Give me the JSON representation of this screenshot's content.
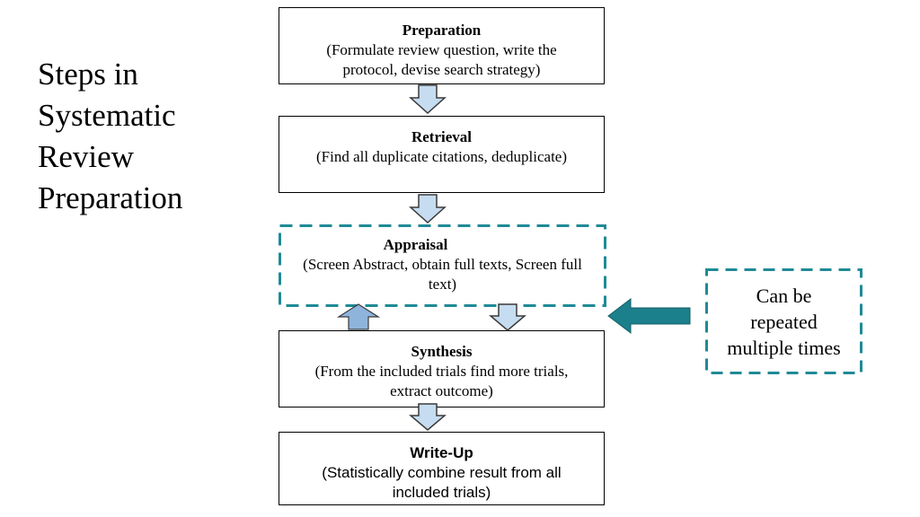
{
  "title_lines": [
    "Steps in",
    "Systematic",
    "Review",
    "Preparation"
  ],
  "steps": [
    {
      "title": "Preparation",
      "desc": "(Formulate review question, write the protocol, devise search strategy)"
    },
    {
      "title": "Retrieval",
      "desc": "(Find all duplicate citations, deduplicate)"
    },
    {
      "title": "Appraisal",
      "desc": "(Screen Abstract, obtain full texts, Screen full text)"
    },
    {
      "title": "Synthesis",
      "desc": "(From the included trials find more trials, extract outcome)"
    },
    {
      "title": "Write-Up",
      "desc": "(Statistically combine result from all included trials)"
    }
  ],
  "side_note": [
    "Can be",
    "repeated",
    "multiple times"
  ],
  "colors": {
    "arrow_fill": "#c6dcf0",
    "arrow_up_fill": "#8fb4dc",
    "arrow_stroke": "#3a3a3a",
    "dash_color": "#1f8a96",
    "side_arrow": "#1b7f8c"
  }
}
